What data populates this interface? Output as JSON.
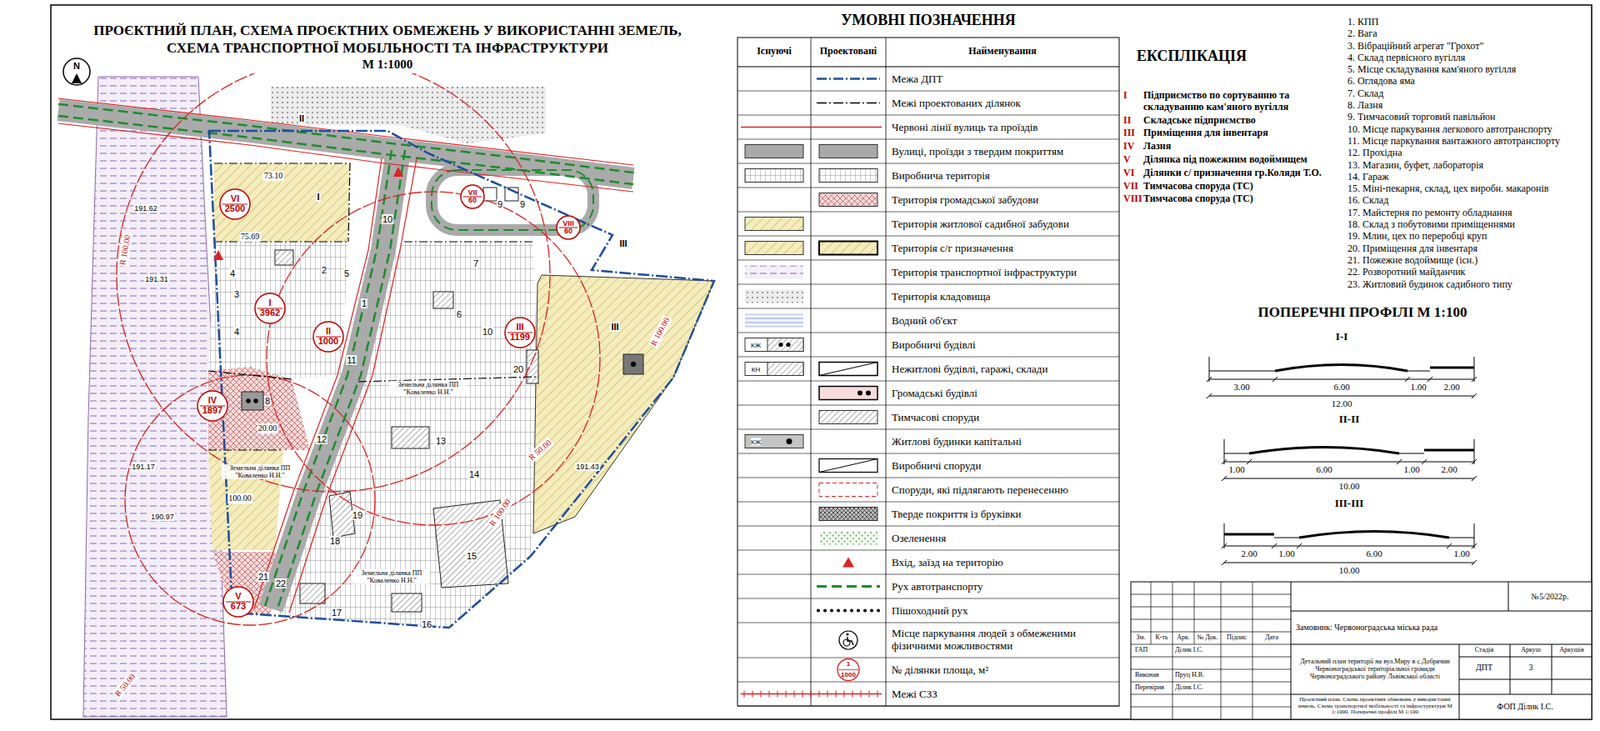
{
  "diagram": {
    "title": "ПРОЄКТНИЙ ПЛАН, СХЕМА ПРОЄКТНИХ ОБМЕЖЕНЬ У ВИКОРИСТАННІ ЗЕМЕЛЬ, СХЕМА ТРАНСПОРТНОЇ МОБІЛЬНОСТІ ТА ІНФРАСТРУКТУРИ",
    "nodes": [
      {
        "text": [
          "VI",
          "2500"
        ]
      },
      {
        "text": [
          "I",
          "3962"
        ]
      },
      {
        "text": [
          "VII",
          "60"
        ]
      },
      {
        "text": [
          "VIII",
          "60"
        ]
      },
      {
        "text": [
          "II",
          "1000"
        ]
      },
      {
        "text": [
          "III",
          "1199"
        ]
      },
      {
        "text": [
          "IV",
          "1897"
        ]
      },
      {
        "text": [
          "V",
          "673"
        ]
      }
    ],
    "labels": [
      "М 1:1000",
      "N",
      "1",
      "2",
      "3",
      "4",
      "4",
      "5",
      "6",
      "7",
      "8",
      "9",
      "9",
      "10",
      "10",
      "11",
      "12",
      "13",
      "14",
      "15",
      "16",
      "17",
      "18",
      "19",
      "20",
      "21",
      "22",
      "73.10",
      "75.69",
      "20.00",
      "100.00",
      "R 100.00",
      "R 100.00",
      "R 100.00",
      "R 50.00",
      "R 50.00",
      "II",
      "I",
      "III",
      "III",
      "191.62",
      "191.31",
      "191.17",
      "190.97",
      "191.43",
      "Земельна ділянка ПП \"Коваленко Н.Н.\"",
      "Земельна ділянка ПП \"Коваленко Н.Н.\"",
      "Земельна ділянка ПП \"Коваленко Н.Н.\"",
      "УМОВНІ ПОЗНАЧЕННЯ",
      "Існуючі",
      "Проектовані",
      "Найменування",
      "КЖ",
      "КН",
      "КЖ",
      "1",
      "1000",
      "ЕКСПЛІКАЦІЯ",
      "I",
      "Підприємство по сортуванню та складуванню кам'яного вугілля",
      "II",
      "Складське підприємство",
      "III",
      "Приміщення для інвентаря",
      "IV",
      "Лазня",
      "V",
      "Ділянка під пожежним водоймищем",
      "VI",
      "Ділянки с/ призначення гр.Коляди Т.О.",
      "VII",
      "Тимчасова споруда (ТС)",
      "VIII",
      "Тимчасова споруда (ТС)",
      "1. КПП",
      "2. Вага",
      "3. Вібраційний агрегат \"Грохот\"",
      "4. Склад первісного вугілля",
      "5. Місце складування кам'яного вугілля",
      "6. Оглядова яма",
      "7. Склад",
      "8. Лазня",
      "9. Тимчасовий торговий павільйон",
      "10. Місце паркування легкового автотранспорту",
      "11. Місце паркування вантажного автотранспорту",
      "12. Прохідна",
      "13. Магазин, буфет, лабораторія",
      "14. Гараж",
      "15. Міні-пекарня, склад, цех виробн. макаронів",
      "16. Склад",
      "17. Майстерня по ремонту обладнання",
      "18. Склад з побутовими приміщеннями",
      "19. Млин, цех по переробці круп",
      "20. Приміщення для інвентаря",
      "21. Пожежне водоймище (існ.)",
      "22. Розворотний майданчик",
      "23. Житловий будинок садибного типу",
      "ПОПЕРЕЧНІ ПРОФІЛІ М 1:100",
      "I-I",
      "3.00",
      "6.00",
      "1.00",
      "2.00",
      "12.00",
      "II-II",
      "1.00",
      "6.00",
      "1.00",
      "2.00",
      "10.00",
      "III-III",
      "2.00",
      "1.00",
      "6.00",
      "1.00",
      "10.00",
      "№5/2022р.",
      "Замовник: Червоноградська міська рада",
      "Зм.",
      "К-ть",
      "Арк.",
      "№ Док.",
      "Підпис",
      "Дата",
      "ГАП",
      "Ділик І.С.",
      "Виконав",
      "Пруц Н.В.",
      "Перевірив",
      "Ділик І.С.",
      "Детальний план території на вул.Миру в с.Добрячин Червоноградської територіальної громади Червоноградського району Львівської області",
      "Стадія",
      "Аркуш",
      "Аркушів",
      "ДПТ",
      "3",
      "Проєктний план. Схема проектних обмежень у використанні земель. Схема транспортної мобільності та інфраструктури М 1:1000. Поперечні профілі М 1:100",
      "ФОП Ділик І.С."
    ],
    "legend": [
      {
        "text": "Межа ДПТ"
      },
      {
        "text": "Межі проектованих ділянок"
      },
      {
        "text": "Червоні лінії вулиць та проїздів"
      },
      {
        "text": "Вулиці, проїзди з твердим покриттям",
        "color": "#a9a9a9"
      },
      {
        "text": "Виробнича територія"
      },
      {
        "text": "Територія громадської забудови"
      },
      {
        "text": "Територія житлової садибної забудови"
      },
      {
        "text": "Територія с/г призначення"
      },
      {
        "text": "Територія транспортної інфраструктури"
      },
      {
        "text": "Територія кладовища"
      },
      {
        "text": "Водний об'єкт"
      },
      {
        "text": "Виробничі будівлі"
      },
      {
        "text": "Нежитлові будівлі, гаражі, склади"
      },
      {
        "text": "Громадські будівлі"
      },
      {
        "text": "Тимчасові споруди"
      },
      {
        "text": "Житлові будинки капітальні"
      },
      {
        "text": "Виробничі споруди"
      },
      {
        "text": "Споруди, які підлягають перенесенню"
      },
      {
        "text": "Тверде покриття із бруківки"
      },
      {
        "text": "Озеленення"
      },
      {
        "text": "Вхід, заїзд на територію"
      },
      {
        "text": "Рух автотранспорту"
      },
      {
        "text": "Пішоходний рух"
      },
      {
        "text": "Місце паркування людей з обмеженими фізичними можливостями"
      },
      {
        "text": "№ ділянки площа, м²"
      },
      {
        "text": "Межі СЗЗ"
      }
    ]
  }
}
